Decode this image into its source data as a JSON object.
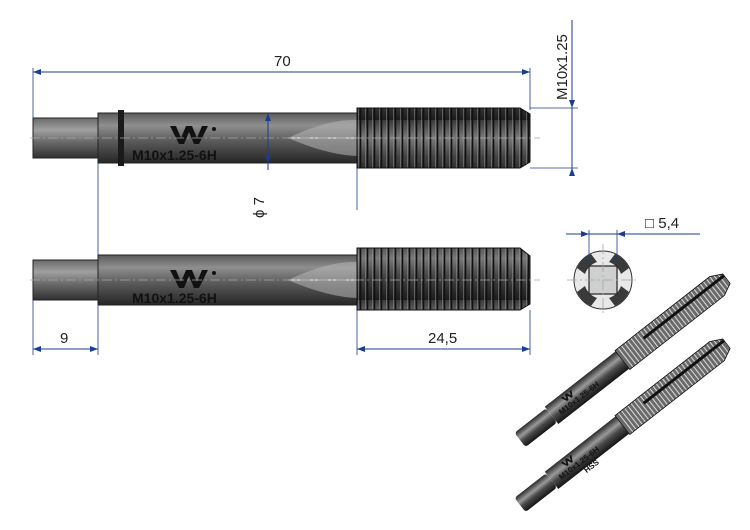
{
  "dimensions": {
    "overall_length": "70",
    "thread_size": "M10x1.25",
    "shank_diameter": "ϕ 7",
    "square_size": "□ 5,4",
    "square_length": "9",
    "thread_length": "24,5"
  },
  "tap_marking": {
    "top": "M10x1.25-6H",
    "bottom": "M10x1.25-6H",
    "photo_top": "M10x1.25-6H",
    "photo_bottom": "M10x1.25-6H",
    "photo_material": "HSS"
  },
  "colors": {
    "dimension_line": "#1a3d8f",
    "tool_body_dark": "#2c2c2c",
    "tool_body_light": "#8a8a8a"
  },
  "icons": {
    "logo": "w-logo-icon"
  }
}
